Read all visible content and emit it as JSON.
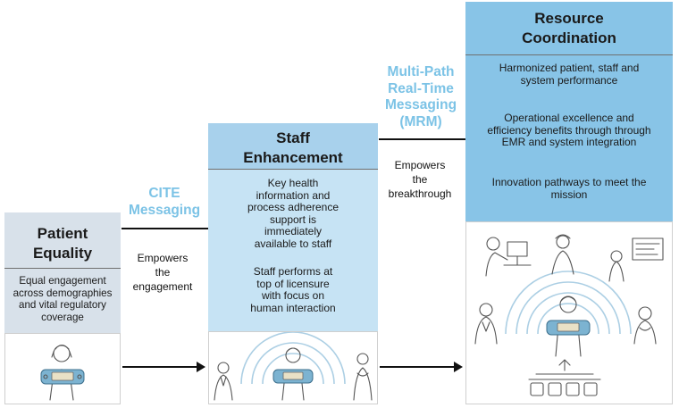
{
  "columns": {
    "patient": {
      "title_line1": "Patient",
      "title_line2": "Equality",
      "body": [
        "Equal engagement",
        "across demographies",
        "and vital regulatory",
        "coverage"
      ]
    },
    "staff": {
      "title_line1": "Staff",
      "title_line2": "Enhancement",
      "body1": [
        "Key health",
        "information and",
        "process adherence",
        "support is",
        "immediately",
        "available to staff"
      ],
      "body2": [
        "Staff performs at",
        "top of licensure",
        "with focus on",
        "human interaction"
      ]
    },
    "resource": {
      "title_line1": "Resource",
      "title_line2": "Coordination",
      "body1": [
        "Harmonized patient, staff and",
        "system performance"
      ],
      "body2": [
        "Operational excellence and",
        "efficiency benefits through through",
        "EMR and system integration"
      ],
      "body3": [
        "Innovation pathways to meet the",
        "mission"
      ]
    }
  },
  "connectors": {
    "cite": {
      "label": [
        "CITE",
        "Messaging"
      ],
      "sub": [
        "Empowers",
        "the",
        "engagement"
      ]
    },
    "mrm": {
      "label": [
        "Multi-Path",
        "Real-Time",
        "Messaging",
        "(MRM)"
      ],
      "sub": [
        "Empowers",
        "the",
        "breakthrough"
      ]
    }
  },
  "colors": {
    "patient_header": "#d8e1ea",
    "staff_header": "#a8d1ec",
    "staff_body": "#c6e3f4",
    "resource_header": "#88c4e7",
    "connector_label": "#7cc3e6"
  }
}
